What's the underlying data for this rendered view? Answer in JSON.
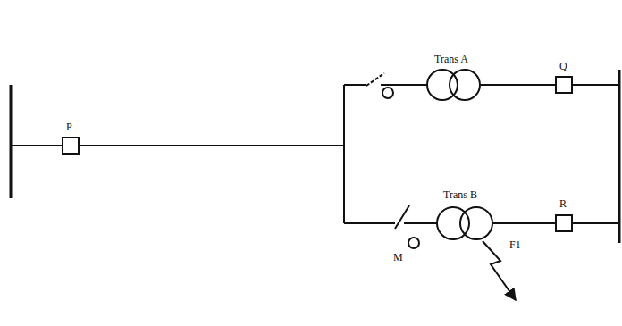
{
  "diagram": {
    "labels": [
      "Trans A",
      "Q",
      "P",
      "Trans B",
      "R",
      "M",
      "F1"
    ]
  }
}
